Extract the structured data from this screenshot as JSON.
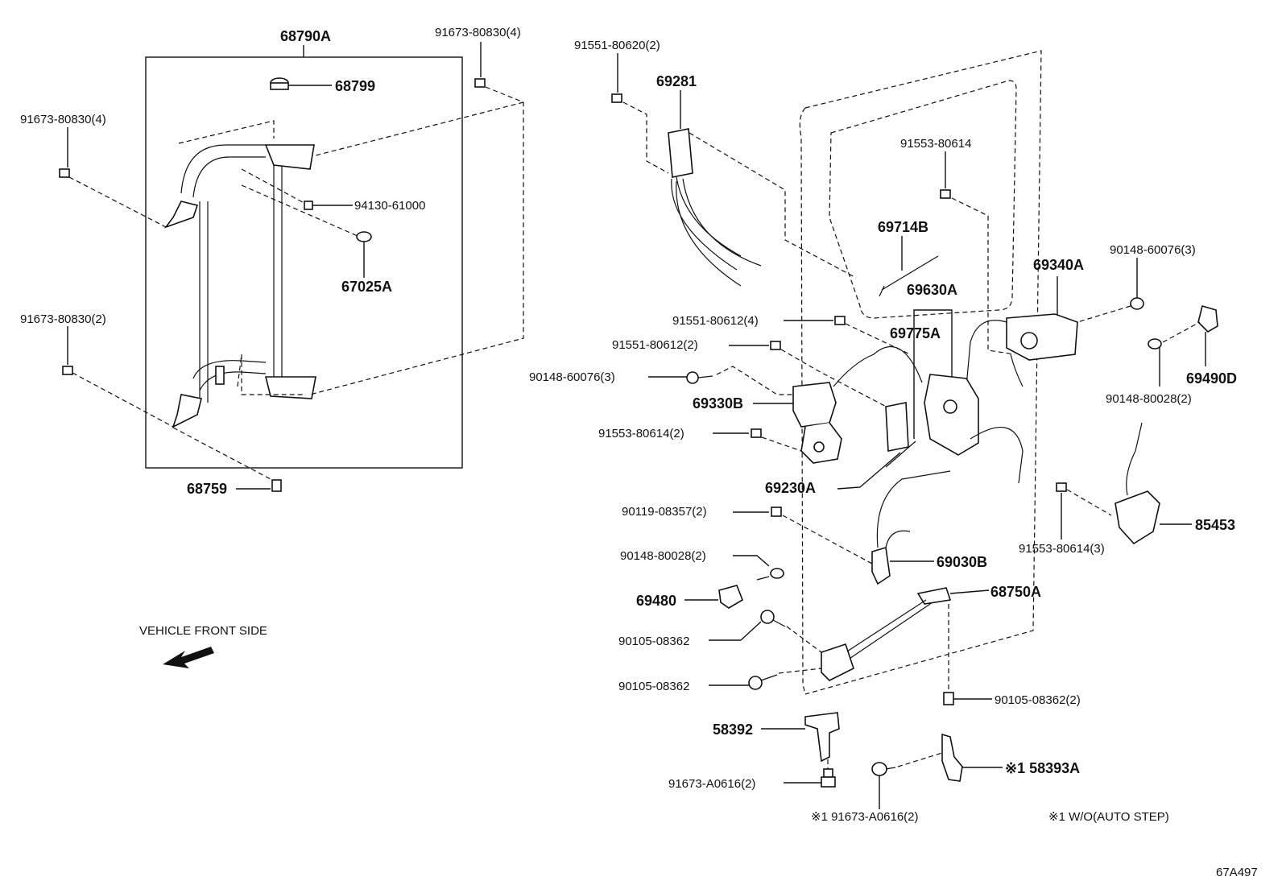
{
  "labels": {
    "p68790A": "68790A",
    "p68799": "68799",
    "p94130": "94130-61000",
    "p67025A": "67025A",
    "p68759": "68759",
    "p91673_tl": "91673-80830(4)",
    "p91673_tm": "91673-80830(4)",
    "p91673_l2": "91673-80830(2)",
    "p91551_620": "91551-80620(2)",
    "p69281": "69281",
    "p91553_614": "91553-80614",
    "p69714B": "69714B",
    "p69340A": "69340A",
    "p90148_76_3r": "90148-60076(3)",
    "p69490D": "69490D",
    "p90148_28_2r": "90148-80028(2)",
    "p69630A": "69630A",
    "p91551_612_4": "91551-80612(4)",
    "p69775A": "69775A",
    "p91551_612_2": "91551-80612(2)",
    "p90148_76_3l": "90148-60076(3)",
    "p69330B": "69330B",
    "p91553_614_2": "91553-80614(2)",
    "p69230A": "69230A",
    "p90119": "90119-08357(2)",
    "p69030B": "69030B",
    "p85453": "85453",
    "p91553_614_3": "91553-80614(3)",
    "p90148_28_2l": "90148-80028(2)",
    "p69480": "69480",
    "p68750A": "68750A",
    "p90105_a": "90105-08362",
    "p90105_b": "90105-08362",
    "p90105_2": "90105-08362(2)",
    "p58392": "58392",
    "p91673_A0616": "91673-A0616(2)",
    "p58393A": "※1 58393A",
    "p91673_A0616_note": "※1 91673-A0616(2)",
    "footnote": "※1 W/O(AUTO STEP)",
    "vehicle_front": "VEHICLE FRONT SIDE",
    "diagram_code": "67A497"
  },
  "icons": {
    "front_arrow": "arrow-left-down-icon"
  }
}
